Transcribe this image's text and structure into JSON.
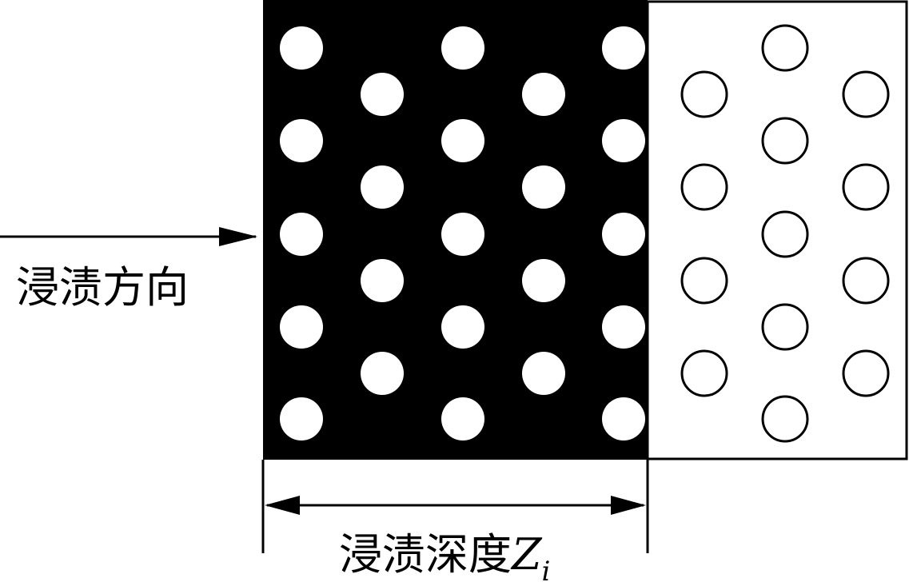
{
  "diagram": {
    "direction_label": "浸渍方向",
    "depth_label": "浸渍深度",
    "depth_symbol": "Z",
    "depth_subscript": "i",
    "impregnated_region": {
      "fill_color": "#000000",
      "fiber_color": "#ffffff",
      "columns": 5,
      "fibers_in_long_columns": 5,
      "fibers_in_short_columns": 4
    },
    "dry_region": {
      "fill_color": "#ffffff",
      "fiber_stroke_color": "#000000",
      "columns": 3,
      "fibers_in_long_columns": 5,
      "fibers_in_short_columns": 4
    }
  }
}
